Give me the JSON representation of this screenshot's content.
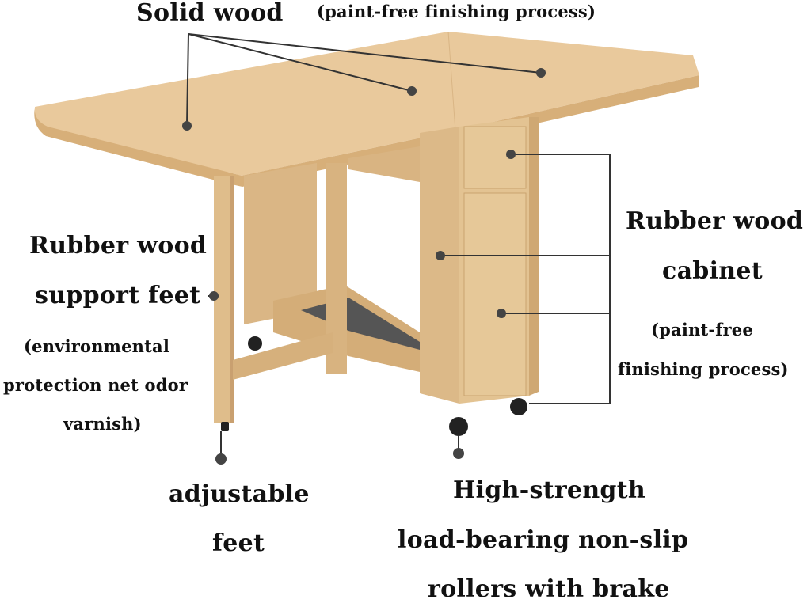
{
  "labels": {
    "solid_wood": "Solid wood",
    "solid_wood_note": "(paint-free finishing process)",
    "support_l1": "Rubber wood",
    "support_l2": "support feet",
    "support_note_l1": "(environmental",
    "support_note_l2": "protection net odor",
    "support_note_l3": "varnish)",
    "cabinet_l1": "Rubber wood",
    "cabinet_l2": "cabinet",
    "cabinet_note_l1": "(paint-free",
    "cabinet_note_l2": "finishing process)",
    "adjustable_l1": "adjustable",
    "adjustable_l2": "feet",
    "rollers_l1": "High-strength",
    "rollers_l2": "load-bearing non-slip",
    "rollers_l3": "rollers with brake"
  },
  "colors": {
    "wood_top": "#e8c79a",
    "wood_edge": "#d9b27c",
    "wood_side": "#dcbb8c",
    "wood_shadow": "#c9a170",
    "leader_line": "#333333",
    "text": "#111111"
  }
}
